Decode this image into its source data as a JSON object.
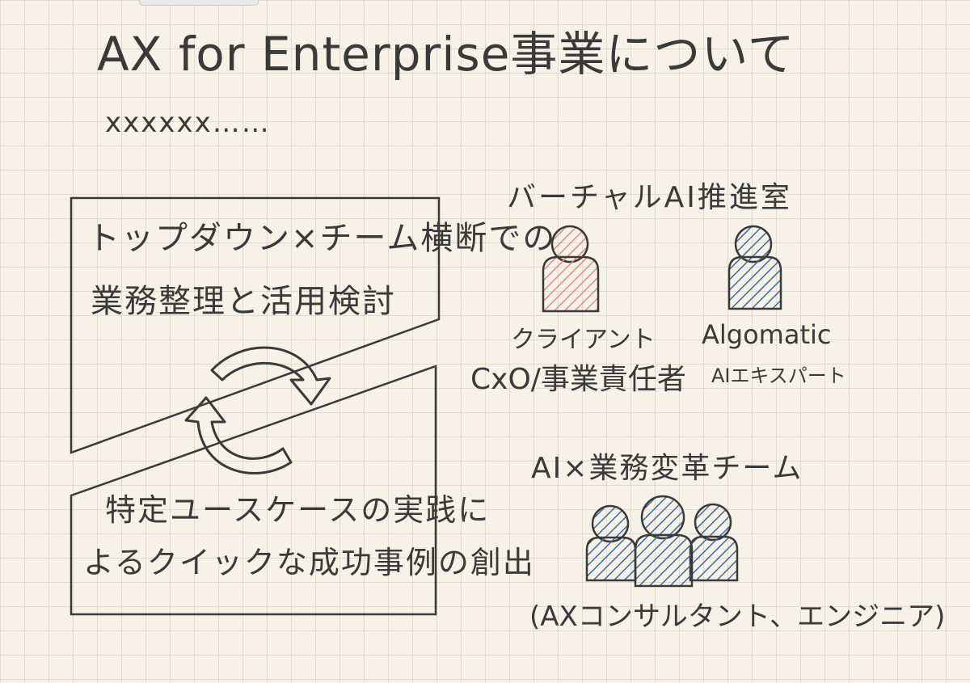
{
  "title": "AX for Enterprise事業について",
  "subtitle": "xxxxxx……",
  "top_box": {
    "line1": "トップダウン×チーム横断での",
    "line2": "業務整理と活用検討"
  },
  "bottom_box": {
    "line1": "特定ユースケースの実践に",
    "line2": "よるクイックな成功事例の創出"
  },
  "virtual_team": {
    "title": "バーチャルAI推進室",
    "client": {
      "name": "クライアント",
      "role": "CxO/事業責任者",
      "color": "#e68a8a"
    },
    "algomatic": {
      "name": "Algomatic",
      "role": "AIエキスパート",
      "color": "#3e6aa6"
    }
  },
  "ax_team": {
    "title": "AI×業務変革チーム",
    "note": "(AXコンサルタント、エンジニア)",
    "color": "#3e6aa6"
  }
}
